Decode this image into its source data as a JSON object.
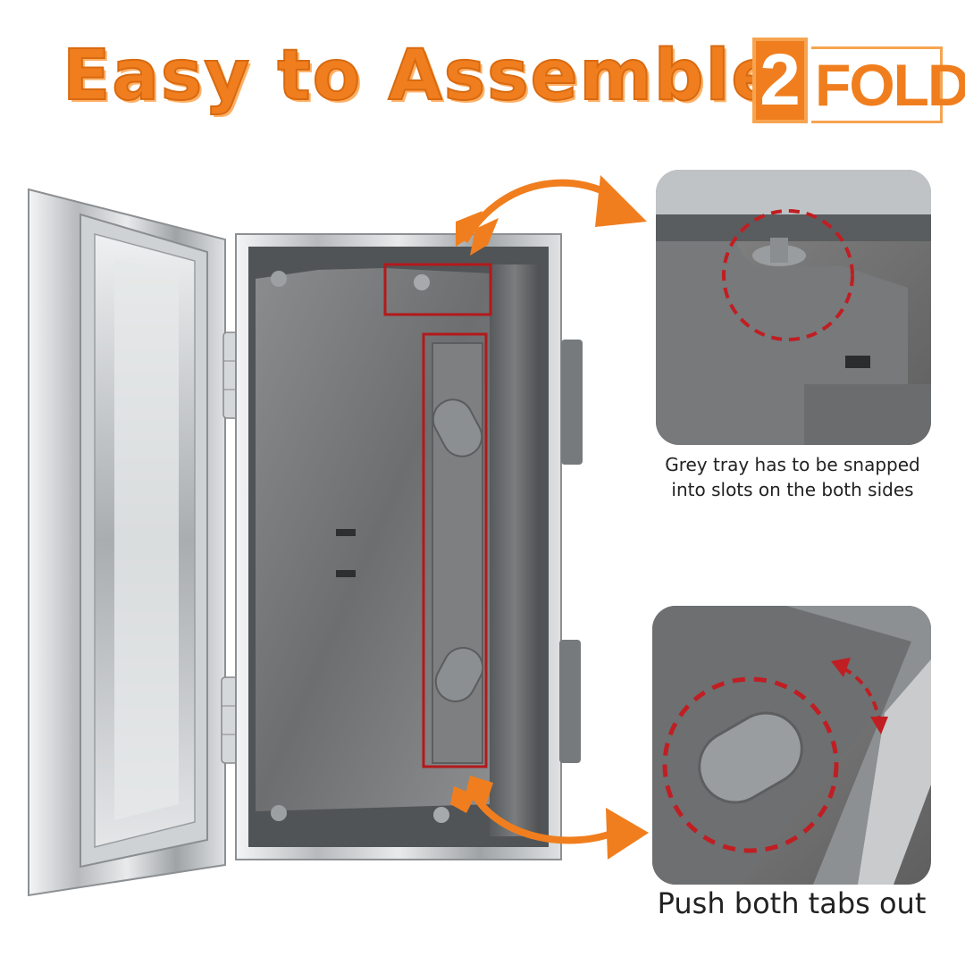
{
  "headline": "Easy to Assemble",
  "logo": {
    "number": "2",
    "word": "FOLD"
  },
  "callouts": [
    {
      "caption_line1": "Grey tray has to be snapped",
      "caption_line2": "into slots on the both sides"
    },
    {
      "caption": "Push both tabs out"
    }
  ],
  "colors": {
    "accent": "#f07e1e",
    "highlight_box": "#b3191b",
    "tray_grey": "#6f7173",
    "steel": "#c9cccf"
  }
}
